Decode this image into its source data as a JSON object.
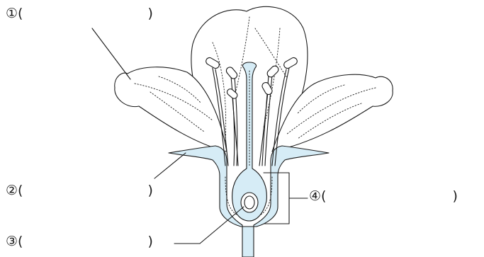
{
  "labels": [
    {
      "number": "①",
      "open": "(",
      "close": ")"
    },
    {
      "number": "②",
      "open": "(",
      "close": ")"
    },
    {
      "number": "③",
      "open": "(",
      "close": ")"
    },
    {
      "number": "④",
      "open": "(",
      "close": ")"
    }
  ],
  "colors": {
    "line": "#1a1a1a",
    "pistil_fill": "#d6ecf6",
    "receptacle_fill": "#d6ecf6",
    "background": "#ffffff"
  }
}
